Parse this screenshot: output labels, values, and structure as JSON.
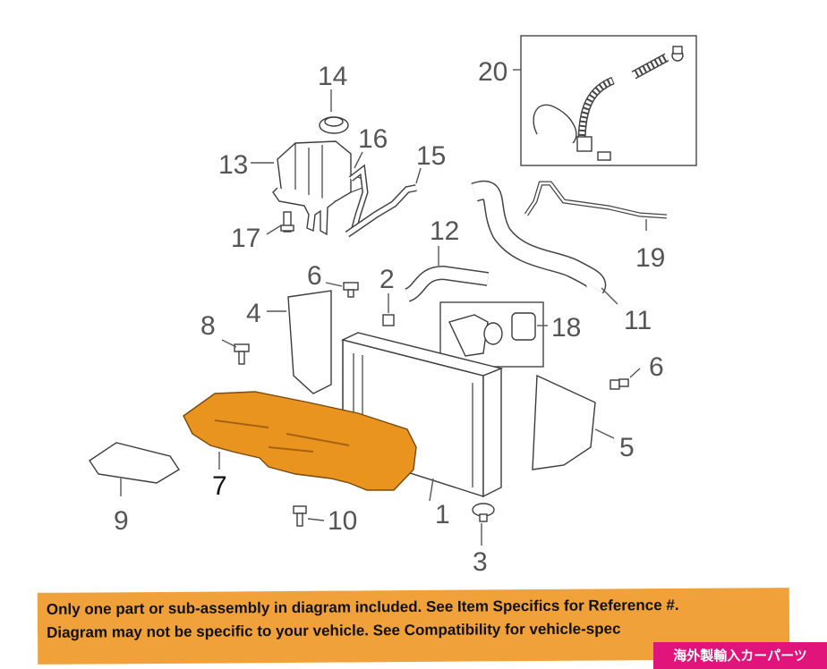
{
  "callouts": {
    "c1": "1",
    "c2": "2",
    "c3": "3",
    "c4": "4",
    "c5": "5",
    "c6a": "6",
    "c6b": "6",
    "c7": "7",
    "c8": "8",
    "c9": "9",
    "c10": "10",
    "c11": "11",
    "c12": "12",
    "c13": "13",
    "c14": "14",
    "c15": "15",
    "c16": "16",
    "c17": "17",
    "c18": "18",
    "c19": "19",
    "c20": "20"
  },
  "highlight_color": "#e8941f",
  "banner": {
    "line1": "Only one part or sub-assembly in diagram included. See Item Specifics for Reference #.",
    "line2": "Diagram may not be specific to your vehicle. See Compatibility for vehicle-spec",
    "color": "#f0a13a"
  },
  "shop_tag": {
    "label": "海外製輸入カーパーツ",
    "color": "#e0147a"
  }
}
